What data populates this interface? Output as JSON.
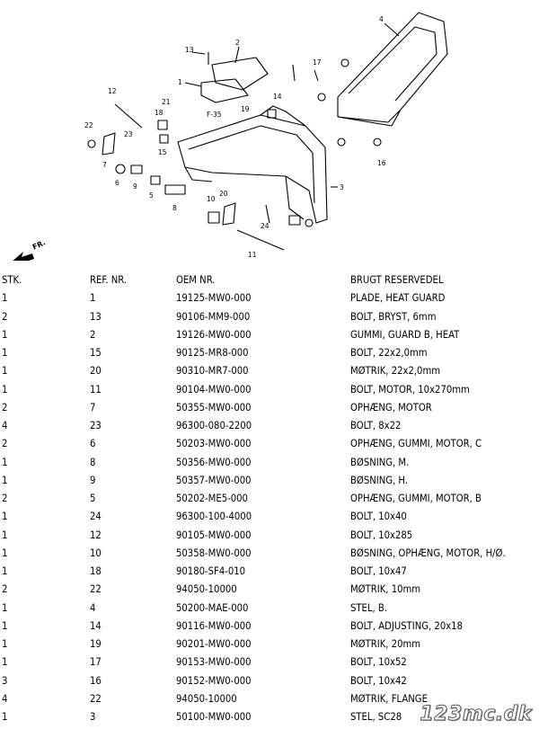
{
  "diagram": {
    "callouts": [
      "13",
      "2",
      "1",
      "21",
      "F-35",
      "12",
      "18",
      "14",
      "19",
      "15",
      "22",
      "23",
      "7",
      "6",
      "9",
      "5",
      "8",
      "10",
      "20",
      "3",
      "24",
      "11",
      "4",
      "17",
      "16"
    ],
    "forward_label": "FR."
  },
  "table": {
    "headers": [
      "STK.",
      "REF. NR.",
      "OEM NR.",
      "BRUGT RESERVEDEL"
    ],
    "rows": [
      [
        "1",
        "1",
        "19125-MW0-000",
        "PLADE, HEAT GUARD"
      ],
      [
        "2",
        "13",
        "90106-MM9-000",
        "BOLT, BRYST, 6mm"
      ],
      [
        "1",
        "2",
        "19126-MW0-000",
        "GUMMI, GUARD B, HEAT"
      ],
      [
        "1",
        "15",
        "90125-MR8-000",
        "BOLT, 22x2,0mm"
      ],
      [
        "1",
        "20",
        "90310-MR7-000",
        "MØTRIK, 22x2,0mm"
      ],
      [
        "1",
        "11",
        "90104-MW0-000",
        "BOLT, MOTOR, 10x270mm"
      ],
      [
        "2",
        "7",
        "50355-MW0-000",
        "OPHÆNG, MOTOR"
      ],
      [
        "4",
        "23",
        "96300-080-2200",
        "BOLT, 8x22"
      ],
      [
        "2",
        "6",
        "50203-MW0-000",
        "OPHÆNG, GUMMI, MOTOR, C"
      ],
      [
        "1",
        "8",
        "50356-MW0-000",
        "BØSNING, M."
      ],
      [
        "1",
        "9",
        "50357-MW0-000",
        "BØSNING, H."
      ],
      [
        "2",
        "5",
        "50202-ME5-000",
        "OPHÆNG, GUMMI, MOTOR, B"
      ],
      [
        "1",
        "24",
        "96300-100-4000",
        "BOLT, 10x40"
      ],
      [
        "1",
        "12",
        "90105-MW0-000",
        "BOLT, 10x285"
      ],
      [
        "1",
        "10",
        "50358-MW0-000",
        "BØSNING, OPHÆNG, MOTOR, H/Ø."
      ],
      [
        "1",
        "18",
        "90180-SF4-010",
        "BOLT, 10x47"
      ],
      [
        "2",
        "22",
        "94050-10000",
        "MØTRIK, 10mm"
      ],
      [
        "1",
        "4",
        "50200-MAE-000",
        "STEL, B."
      ],
      [
        "1",
        "14",
        "90116-MW0-000",
        "BOLT, ADJUSTING, 20x18"
      ],
      [
        "1",
        "19",
        "90201-MW0-000",
        "MØTRIK, 20mm"
      ],
      [
        "1",
        "17",
        "90153-MW0-000",
        "BOLT, 10x52"
      ],
      [
        "3",
        "16",
        "90152-MW0-000",
        "BOLT, 10x42"
      ],
      [
        "4",
        "22",
        "94050-10000",
        "MØTRIK, FLANGE"
      ],
      [
        "1",
        "3",
        "50100-MW0-000",
        "STEL, SC28"
      ]
    ]
  },
  "watermark": "123mc.dk"
}
